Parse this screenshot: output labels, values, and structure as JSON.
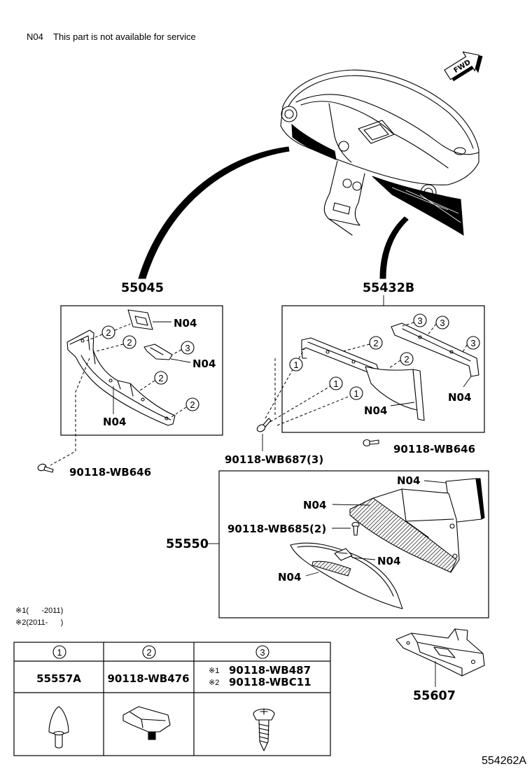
{
  "colors": {
    "ink": "#000000",
    "background": "#ffffff"
  },
  "note": {
    "code": "N04",
    "text": "This part is not available for service"
  },
  "fwd_label": "FWD",
  "assembly_55045": {
    "part_no": "55045",
    "callouts": [
      "2",
      "2",
      "3",
      "2",
      "2"
    ],
    "labels": [
      "N04",
      "N04",
      "N04"
    ],
    "screw": "90118-WB646"
  },
  "assembly_55432b": {
    "part_no": "55432B",
    "callouts": [
      "1",
      "1",
      "1",
      "2",
      "2",
      "3",
      "3",
      "3"
    ],
    "labels": [
      "N04",
      "N04"
    ],
    "screw_left": "90118-WB687(3)",
    "screw_right": "90118-WB646"
  },
  "assembly_55550": {
    "part_no": "55550",
    "labels": [
      "N04",
      "N04",
      "N04",
      "N04"
    ],
    "screw": "90118-WB685(2)"
  },
  "part_55607": {
    "part_no": "55607"
  },
  "notes": [
    "※1(      -2011)",
    "※2(2011-      )"
  ],
  "legend_table": {
    "columns": [
      {
        "callout": "1",
        "part_no": "55557A",
        "icon": "cone-clip-icon"
      },
      {
        "callout": "2",
        "part_no": "90118-WB476",
        "icon": "clip-icon"
      },
      {
        "callout": "3",
        "icon": "screw-icon",
        "variants": [
          {
            "mark": "※1",
            "part_no": "90118-WB487"
          },
          {
            "mark": "※2",
            "part_no": "90118-WBC11"
          }
        ]
      }
    ]
  },
  "diagram_id": "554262A"
}
